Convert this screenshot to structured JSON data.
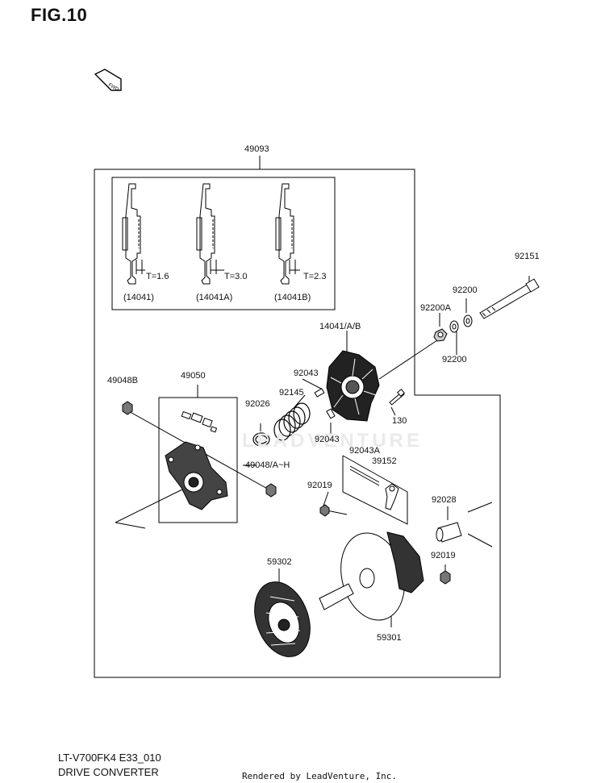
{
  "figure": {
    "title": "FIG.10",
    "fwd_label": "FWD"
  },
  "parts": {
    "p49093": "49093",
    "p92151": "92151",
    "p92200_top": "92200",
    "p92200A": "92200A",
    "p92200_bot": "92200",
    "p14041AB": "14041/A/B",
    "p92043_a": "92043",
    "p92043_b": "92043",
    "p92145": "92145",
    "p130": "130",
    "p49048B": "49048B",
    "p49050": "49050",
    "p92026": "92026",
    "p49048AH": "49048/A~H",
    "p92043A": "92043A",
    "p39152": "39152",
    "p92019_a": "92019",
    "p92028": "92028",
    "p92019_b": "92019",
    "p59302": "59302",
    "p59301": "59301"
  },
  "weights": [
    {
      "thickness": "T=1.6",
      "part": "(14041)"
    },
    {
      "thickness": "T=3.0",
      "part": "(14041A)"
    },
    {
      "thickness": "T=2.3",
      "part": "(14041B)"
    }
  ],
  "watermark": "LEADVENTURE",
  "footer": {
    "model": "LT-V700FK4 E33_010",
    "section": "DRIVE CONVERTER",
    "credit": "Rendered by LeadVenture, Inc."
  }
}
